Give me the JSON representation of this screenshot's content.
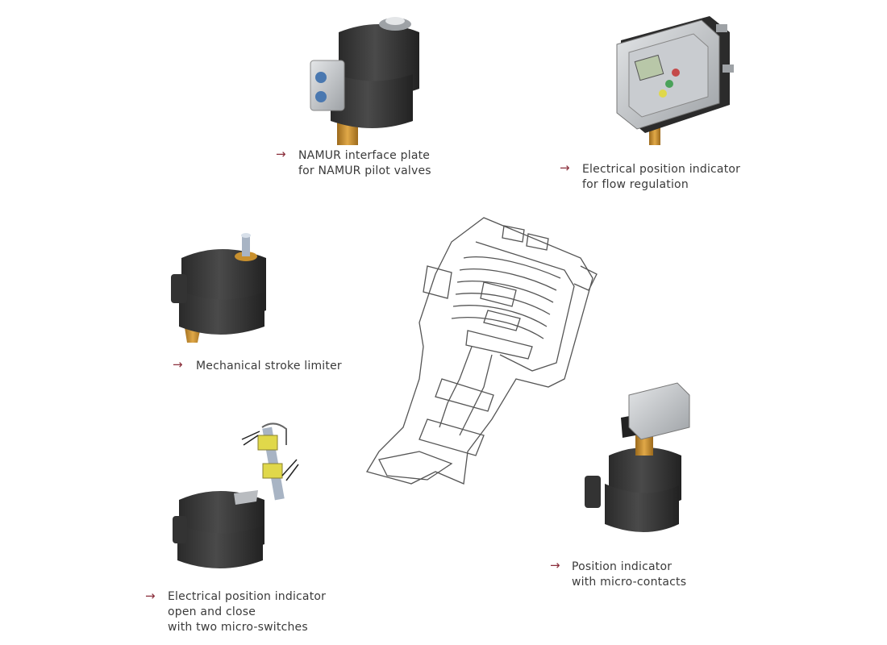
{
  "colors": {
    "arrow": "#8a2e3b",
    "caption_text": "#3a3a3a",
    "actuator_body": "#3b3b3b",
    "actuator_dark": "#262626",
    "brass": "#c8902e",
    "switch_yellow": "#e0d84a",
    "housing_grey": "#b9bcc0",
    "sketch_stroke": "#555555"
  },
  "icons": {
    "arrow": "→"
  },
  "callouts": [
    {
      "id": "namur",
      "lines": [
        "NAMUR interface plate",
        "for NAMUR pilot valves"
      ]
    },
    {
      "id": "flow",
      "lines": [
        "Electrical position indicator",
        "for flow regulation"
      ]
    },
    {
      "id": "stroke",
      "lines": [
        "Mechanical stroke limiter"
      ]
    },
    {
      "id": "switches",
      "lines": [
        "Electrical position indicator",
        "open and close",
        "with two micro-switches"
      ]
    },
    {
      "id": "contacts",
      "lines": [
        "Position indicator",
        "with micro-contacts"
      ]
    }
  ]
}
